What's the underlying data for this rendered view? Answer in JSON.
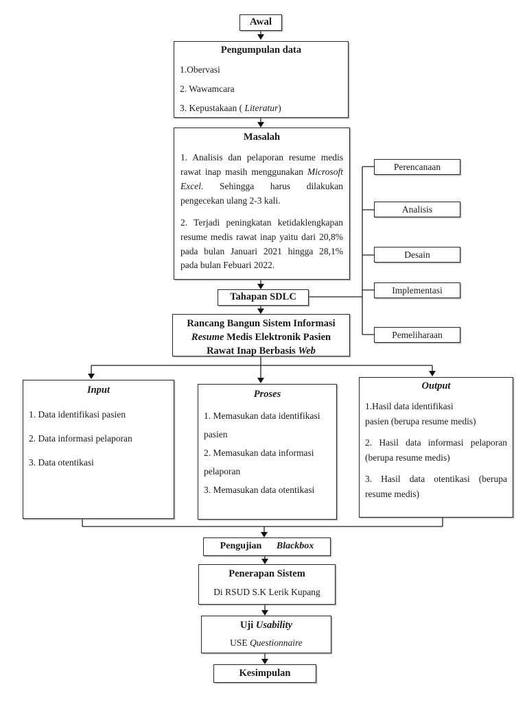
{
  "flowchart": {
    "awal": "Awal",
    "pengumpulan": {
      "title": "Pengumpulan data",
      "item1": "1.Obervasi",
      "item2": "2. Wawamcara",
      "item3_pre": "3. Kepustakaan ( ",
      "item3_italic": "Literatur",
      "item3_post": ")"
    },
    "masalah": {
      "title": "Masalah",
      "p1_pre": "1. Analisis dan pelaporan resume medis rawat inap masih menggunakan ",
      "p1_italic": "Microsoft Excel",
      "p1_post": ". Sehingga harus dilakukan pengecekan ulang 2-3 kali.",
      "p2": "2. Terjadi peningkatan ketidaklengkapan resume medis rawat inap yaitu dari 20,8% pada bulan Januari 2021 hingga 28,1% pada bulan Febuari 2022."
    },
    "sdlc_stages": [
      "Perencanaan",
      "Analisis",
      "Desain",
      "Implementasi",
      "Pemeliharaan"
    ],
    "tahapan_sdlc": "Tahapan SDLC",
    "rancang": {
      "line1": "Rancang Bangun Sistem Informasi",
      "line2_italic": "Resume",
      "line2_rest": " Medis Elektronik Pasien",
      "line3_pre": "Rawat Inap Berbasis ",
      "line3_italic": "Web"
    },
    "input": {
      "title": "Input",
      "items": [
        "1. Data identifikasi pasien",
        "2. Data informasi pelaporan",
        "3. Data otentikasi"
      ]
    },
    "proses": {
      "title": "Proses",
      "items": [
        "1. Memasukan data identifikasi\npasien",
        "2. Memasukan data informasi\npelaporan",
        "3. Memasukan data otentikasi"
      ]
    },
    "output": {
      "title": "Output",
      "items": [
        "1.Hasil data identifikasi\npasien (berupa resume medis)",
        "2. Hasil data informasi pelaporan (berupa resume medis)",
        "3. Hasil data otentikasi (berupa resume medis)"
      ]
    },
    "pengujian": {
      "word1": "Pengujian",
      "word2": "Blackbox"
    },
    "penerapan": {
      "title": "Penerapan Sistem",
      "subtitle": "Di RSUD S.K Lerik Kupang"
    },
    "uji": {
      "title_pre": "Uji ",
      "title_italic": "Usability",
      "sub_pre": "USE ",
      "sub_italic": "Questionnaire"
    },
    "kesimpulan": "Kesimpulan"
  }
}
